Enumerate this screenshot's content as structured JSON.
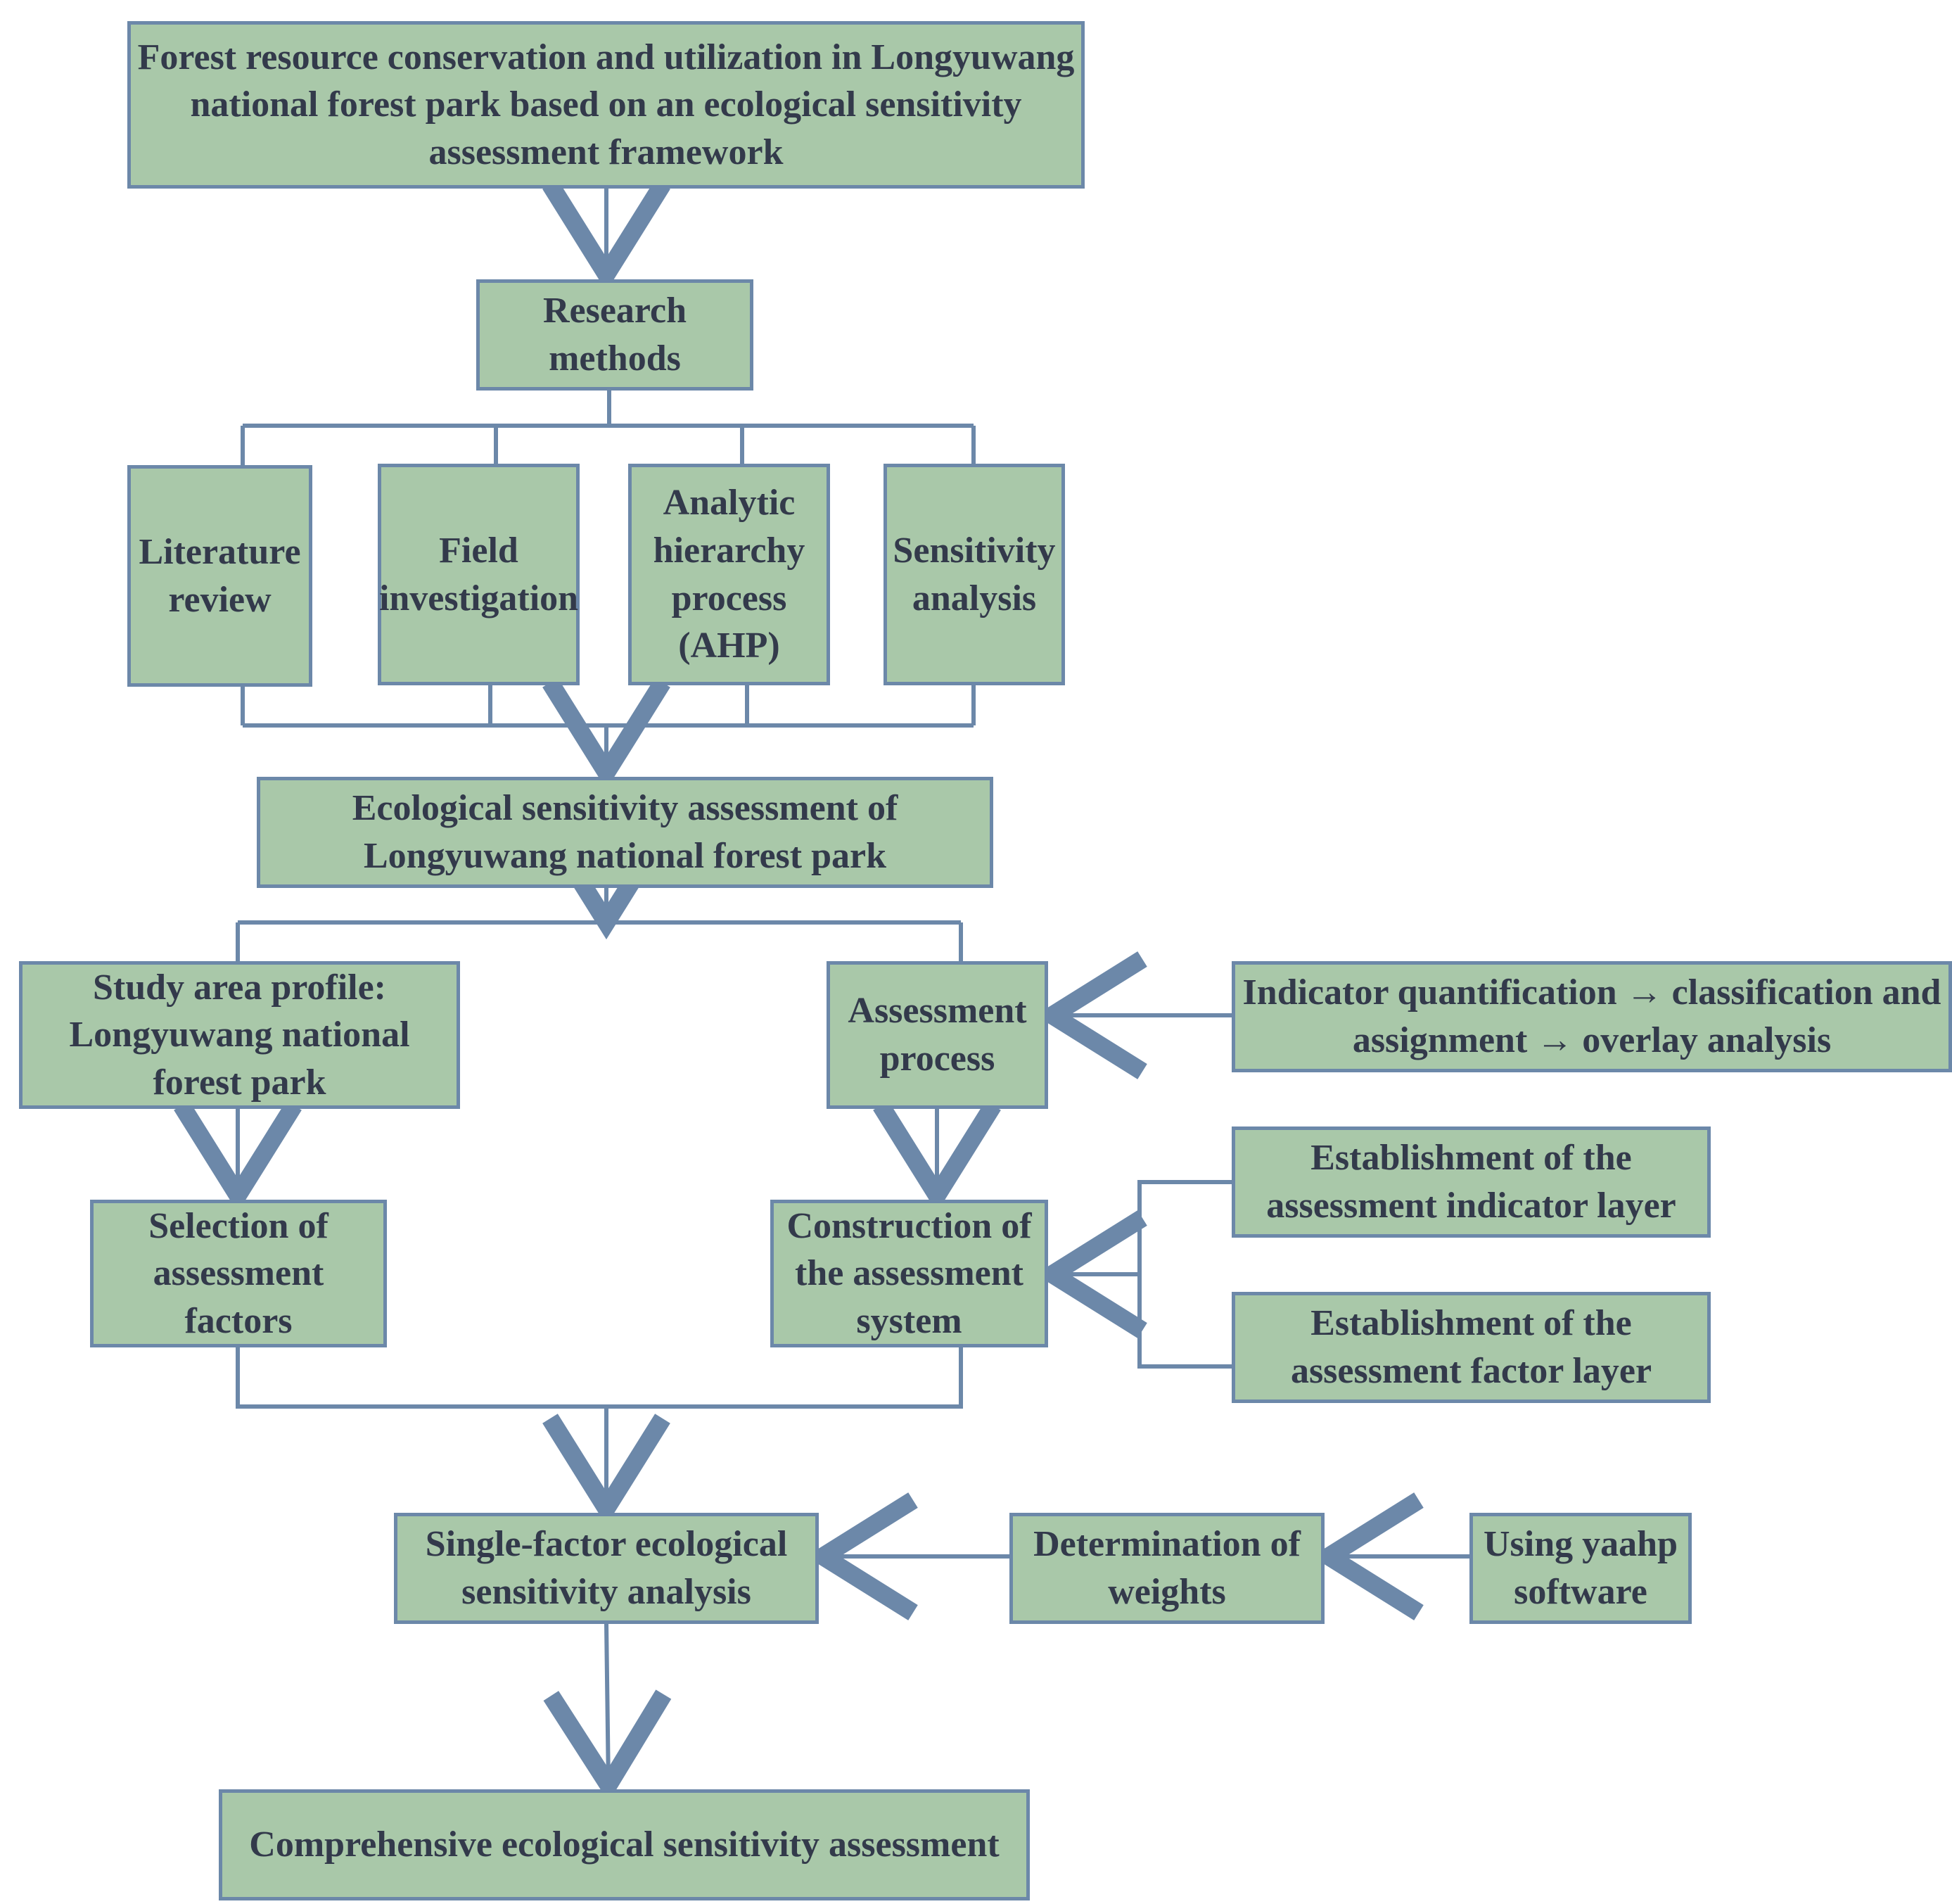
{
  "colors": {
    "box_fill": "#a9c8a9",
    "box_border": "#6c88a9",
    "connector": "#6c88a9",
    "text": "#333a4b"
  },
  "nodes": {
    "title": "Forest resource conservation and utilization in Longyuwang national forest park based on an ecological sensitivity assessment framework",
    "research_methods": "Research methods",
    "literature_review": "Literature review",
    "field_investigation": "Field investigation",
    "ahp": "Analytic hierarchy process (AHP)",
    "sensitivity_analysis": "Sensitivity analysis",
    "esa": "Ecological sensitivity assessment of Longyuwang national forest park",
    "study_area": "Study area profile: Longyuwang national forest park",
    "assessment_process": "Assessment process",
    "indicator_quantification": "Indicator quantification → classification and assignment → overlay analysis",
    "selection_factors": "Selection of assessment factors",
    "construction_system": "Construction of the assessment system",
    "indicator_layer": "Establishment of the assessment indicator layer",
    "factor_layer": "Establishment of the assessment factor layer",
    "single_factor": "Single-factor ecological sensitivity analysis",
    "determination_weights": "Determination of weights",
    "yaahp": "Using yaahp software",
    "comprehensive": "Comprehensive ecological sensitivity assessment"
  }
}
